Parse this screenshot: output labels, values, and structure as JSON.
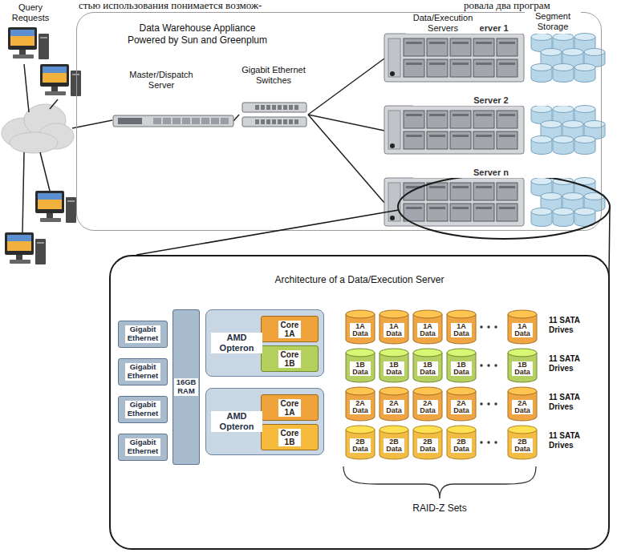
{
  "diagram": {
    "nodes": [
      {
        "text": [
          "Data Warehouse Appliance Powered by Sun and Greenplum"
        ]
      },
      {
        "text": [
          "Master/Dispatch Server"
        ],
        "in": 0
      },
      {
        "text": [
          "Gigabit Ethernet Switches"
        ],
        "in": 0
      },
      {
        "text": [
          "Server 1"
        ],
        "in": 0
      },
      {
        "text": [
          "Server 2"
        ],
        "in": 0
      },
      {
        "text": [
          "Server n"
        ],
        "in": 0
      },
      {
        "text": [
          "Architecture of a Data/Execution Server"
        ]
      },
      {
        "text": [
          "Gigabit Ethernet"
        ],
        "in": 6
      },
      {
        "text": [
          "Gigabit Ethernet"
        ],
        "in": 6
      },
      {
        "text": [
          "Gigabit Ethernet"
        ],
        "in": 6
      },
      {
        "text": [
          "Gigabit Ethernet"
        ],
        "in": 6
      },
      {
        "text": [
          "16GB RAM"
        ],
        "in": 6
      },
      {
        "text": [
          "AMD Opteron"
        ],
        "in": 6
      },
      {
        "text": [
          "Core 1A"
        ],
        "in": 12
      },
      {
        "text": [
          "Core 1B"
        ],
        "in": 12
      },
      {
        "text": [
          "AMD Opteron"
        ],
        "in": 6
      },
      {
        "text": [
          "Core 1A"
        ],
        "in": 15
      },
      {
        "text": [
          "Core 1B"
        ],
        "in": 15
      },
      {
        "text": [
          "1A Data"
        ],
        "in": 6
      },
      {
        "text": [
          "1A Data"
        ],
        "in": 6
      },
      {
        "text": [
          "1A Data"
        ],
        "in": 6
      },
      {
        "text": [
          "1A Data"
        ],
        "in": 6
      },
      {
        "text": [
          "1A Data"
        ],
        "in": 6
      },
      {
        "text": [
          "1B Data"
        ],
        "in": 6
      },
      {
        "text": [
          "1B Data"
        ],
        "in": 6
      },
      {
        "text": [
          "1B Data"
        ],
        "in": 6
      },
      {
        "text": [
          "1B Data"
        ],
        "in": 6
      },
      {
        "text": [
          "1B Data"
        ],
        "in": 6
      },
      {
        "text": [
          "2A Data"
        ],
        "in": 6
      },
      {
        "text": [
          "2A Data"
        ],
        "in": 6
      },
      {
        "text": [
          "2A Data"
        ],
        "in": 6
      },
      {
        "text": [
          "2A Data"
        ],
        "in": 6
      },
      {
        "text": [
          "2A Data"
        ],
        "in": 6
      },
      {
        "text": [
          "2B Data"
        ],
        "in": 6
      },
      {
        "text": [
          "2B Data"
        ],
        "in": 6
      },
      {
        "text": [
          "2B Data"
        ],
        "in": 6
      },
      {
        "text": [
          "2B Data"
        ],
        "in": 6
      },
      {
        "text": [
          "2B Data"
        ],
        "in": 6
      }
    ],
    "edges": [
      {
        "from": 1,
        "to": 2,
        "arrow": "none"
      },
      {
        "from": 2,
        "to": 3,
        "arrow": "none"
      },
      {
        "from": 2,
        "to": 4,
        "arrow": "none"
      },
      {
        "from": 2,
        "to": 5,
        "arrow": "none"
      }
    ],
    "labels": [
      "стью использования понимается возмож-",
      "ровала два програм",
      "Query Requests",
      "Data/Execution Servers",
      "Segment Storage",
      "11 SATA Drives",
      "11 SATA Drives",
      "11 SATA Drives",
      "11 SATA Drives",
      "RAID-Z Sets"
    ]
  }
}
